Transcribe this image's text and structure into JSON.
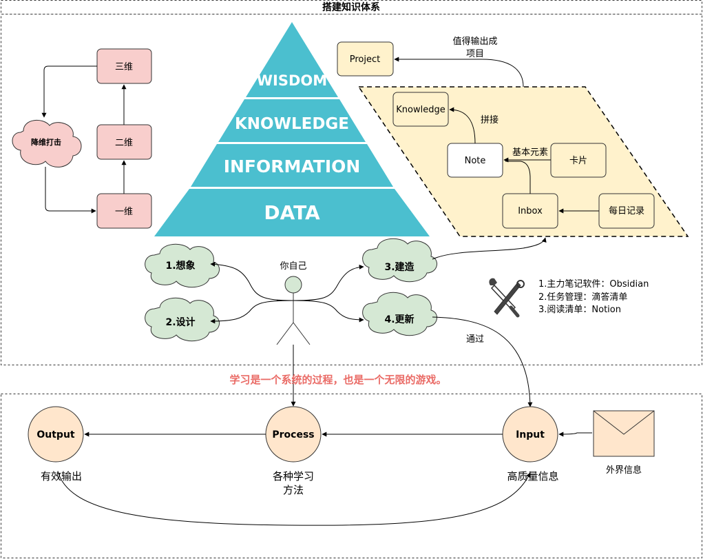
{
  "title": "搭建知识体系",
  "dimensions": {
    "low": "一维",
    "mid": "二维",
    "high": "三维",
    "cloud": "降维打击"
  },
  "pyramid": {
    "wisdom": "WISDOM",
    "knowledge": "KNOWLEDGE",
    "information": "INFORMATION",
    "data": "DATA",
    "color": "#4bbfcf"
  },
  "notes_system": {
    "project": "Project",
    "project_label_1": "值得输出成",
    "project_label_2": "项目",
    "knowledge": "Knowledge",
    "splice": "拼接",
    "note": "Note",
    "basic_elements": "基本元素",
    "card": "卡片",
    "inbox": "Inbox",
    "daily": "每日记录",
    "fill": "#fff2cc"
  },
  "actor": "你自己",
  "clouds": {
    "imagine": "1.想象",
    "design": "2.设计",
    "build": "3.建造",
    "update": "4.更新",
    "fill": "#d5e8d4"
  },
  "tools": {
    "line1": "1.主力笔记软件：Obsidian",
    "line2": "2.任务管理：滴答清单",
    "line3": "3.阅读清单：Notion"
  },
  "via": "通过",
  "slogan": {
    "text": "学习是一个系统的过程，也是一个无限的游戏。",
    "color": "#ea6b66"
  },
  "flow": {
    "output": "Output",
    "output_sub": "有效输出",
    "process": "Process",
    "process_sub_1": "各种学习",
    "process_sub_2": "方法",
    "input": "Input",
    "input_sub": "高质量信息",
    "external": "外界信息",
    "fill": "#ffe6cc"
  }
}
